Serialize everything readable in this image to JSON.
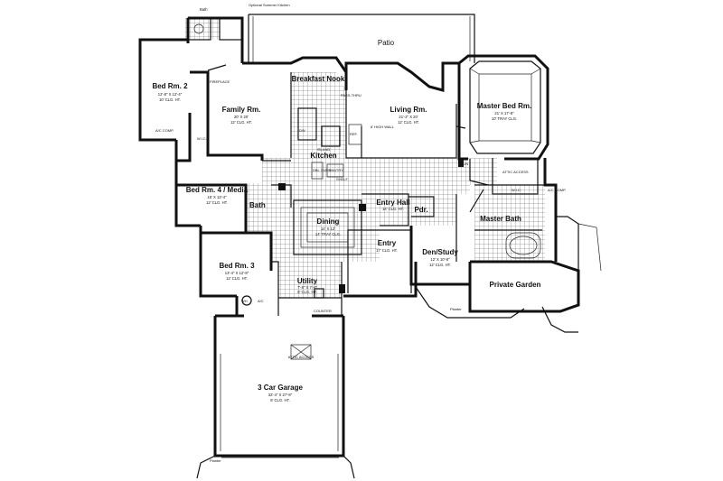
{
  "rooms": {
    "patio": {
      "name": "Patio"
    },
    "bath_top": {
      "name": "Bath"
    },
    "summer_kitchen": {
      "name": "Optional Summer Kitchen"
    },
    "bed2": {
      "name": "Bed Rm. 2",
      "dims": "12'-8\" X 12'-4\"",
      "ceiling": "10' CLG. HT."
    },
    "fireplace": {
      "name": "FIREPLACE"
    },
    "breakfast": {
      "name": "Breakfast Nook"
    },
    "pass_thru": {
      "name": "PASS-THRU"
    },
    "family": {
      "name": "Family Rm.",
      "dims": "20' X 20'",
      "ceiling": "12' CLG. HT."
    },
    "living": {
      "name": "Living Rm.",
      "dims": "21'-2\" X 20'",
      "ceiling": "12' CLG. HT."
    },
    "high_wall": {
      "name": "8' HIGH WALL"
    },
    "master_bed": {
      "name": "Master Bed Rm.",
      "dims": "21' X 17'-8\"",
      "ceiling": "10' TRAY CLG."
    },
    "kitchen": {
      "name": "Kitchen"
    },
    "island": {
      "name": "ISLAND"
    },
    "ref": {
      "name": "REF."
    },
    "dw": {
      "name": "DW"
    },
    "oven": {
      "name": "DBL OVEN"
    },
    "pantry": {
      "name": "PANTRY"
    },
    "shelf": {
      "name": "SHELF"
    },
    "wic_left": {
      "name": "W.I.C."
    },
    "ac_comp_left": {
      "name": "A/C COMP."
    },
    "bed4": {
      "name": "Bed Rm. 4 / Media",
      "dims": "15' X 13'-4\"",
      "ceiling": "12' CLG. HT."
    },
    "bath_mid": {
      "name": "Bath"
    },
    "lin": {
      "name": "LIN"
    },
    "attic_master": {
      "name": "ATTIC ACCESS"
    },
    "wic_master": {
      "name": "W.I.C."
    },
    "ac_comp_right": {
      "name": "A/C COMP."
    },
    "entry_hall": {
      "name": "Entry Hall",
      "ceiling": "14' CLG. HT."
    },
    "dining": {
      "name": "Dining",
      "dims": "14' X 12'",
      "ceiling": "14' TRAY CLG."
    },
    "pdr": {
      "name": "Pdr."
    },
    "master_bath": {
      "name": "Master Bath"
    },
    "entry": {
      "name": "Entry",
      "ceiling": "17' CLG. HT."
    },
    "den": {
      "name": "Den/Study",
      "dims": "12' X 10'-8\"",
      "ceiling": "12' CLG. HT."
    },
    "bed3": {
      "name": "Bed Rm. 3",
      "dims": "13'-4\" X 12'-8\"",
      "ceiling": "12' CLG. HT."
    },
    "private_garden": {
      "name": "Private Garden"
    },
    "wh": {
      "name": "WH"
    },
    "ac": {
      "name": "A/C"
    },
    "utility": {
      "name": "Utility",
      "dims": "7'-8\" X 7'-8\"",
      "ceiling": "8' CLG. HT."
    },
    "counter": {
      "name": "COUNTER"
    },
    "planter_mid": {
      "name": "Planter"
    },
    "attic_garage": {
      "name": "ATTIC ACCESS"
    },
    "garage": {
      "name": "3 Car Garage",
      "dims": "32'-4\" X 27'-8\"",
      "ceiling": "8' CLG. HT."
    },
    "planter_bottom": {
      "name": "Planter"
    }
  }
}
